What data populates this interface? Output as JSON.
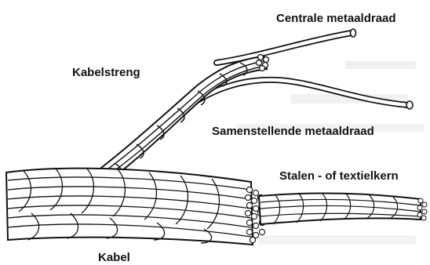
{
  "labels": {
    "central_wire": "Centrale metaaldraad",
    "strand": "Kabelstreng",
    "component_wire": "Samenstellende metaaldraad",
    "core": "Stalen - of textielkern",
    "cable": "Kabel"
  },
  "colors": {
    "ink": "#111111",
    "paper": "#ffffff",
    "bleed_through": "#e8e8e8"
  }
}
